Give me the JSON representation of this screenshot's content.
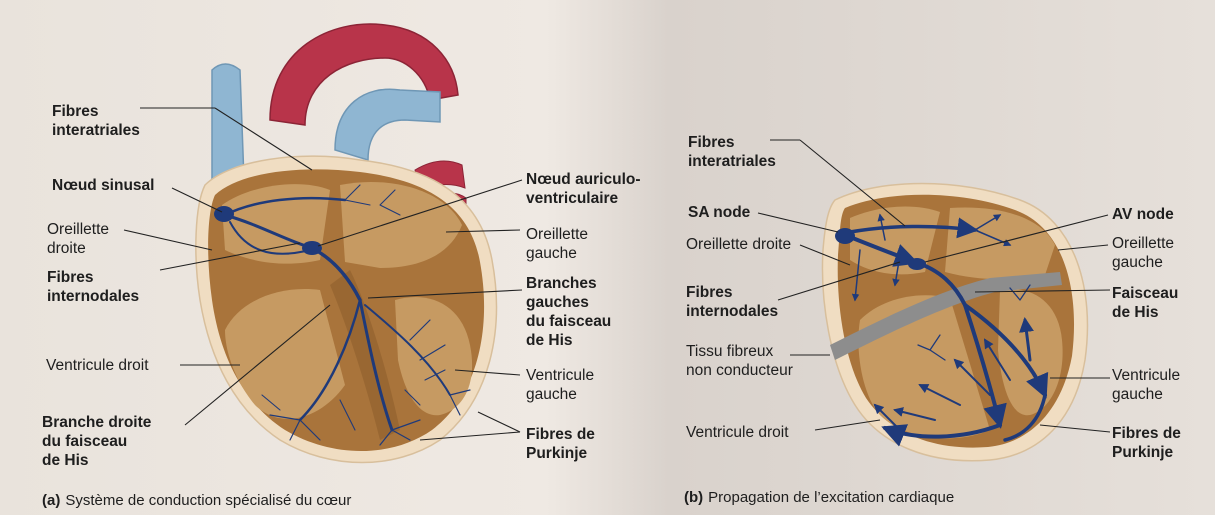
{
  "panel_a": {
    "caption_tag": "(a)",
    "caption_text": "Système de conduction spécialisé du cœur",
    "labels": {
      "fibres_interatriales_1": "Fibres",
      "fibres_interatriales_2": "interatriales",
      "noeud_sinusal": "Nœud sinusal",
      "oreillette_droite_1": "Oreillette",
      "oreillette_droite_2": "droite",
      "fibres_internodales_1": "Fibres",
      "fibres_internodales_2": "internodales",
      "ventricule_droit": "Ventricule droit",
      "branche_droite_1": "Branche droite",
      "branche_droite_2": "du faisceau",
      "branche_droite_3": "de His",
      "noeud_av_1": "Nœud auriculo-",
      "noeud_av_2": "ventriculaire",
      "oreillette_gauche_1": "Oreillette",
      "oreillette_gauche_2": "gauche",
      "branches_gauches_1": "Branches",
      "branches_gauches_2": "gauches",
      "branches_gauches_3": "du faisceau",
      "branches_gauches_4": "de His",
      "ventricule_gauche_1": "Ventricule",
      "ventricule_gauche_2": "gauche",
      "purkinje_1": "Fibres de",
      "purkinje_2": "Purkinje"
    }
  },
  "panel_b": {
    "caption_tag": "(b)",
    "caption_text": "Propagation de l’excitation cardiaque",
    "labels": {
      "fibres_interatriales_1": "Fibres",
      "fibres_interatriales_2": "interatriales",
      "sa_node": "SA node",
      "oreillette_droite": "Oreillette droite",
      "fibres_internodales_1": "Fibres",
      "fibres_internodales_2": "internodales",
      "tissu_fibreux_1": "Tissu fibreux",
      "tissu_fibreux_2": "non conducteur",
      "ventricule_droit": "Ventricule droit",
      "av_node": "AV node",
      "oreillette_gauche_1": "Oreillette",
      "oreillette_gauche_2": "gauche",
      "faisceau_his_1": "Faisceau",
      "faisceau_his_2": "de His",
      "ventricule_gauche_1": "Ventricule",
      "ventricule_gauche_2": "gauche",
      "purkinje_1": "Fibres de",
      "purkinje_2": "Purkinje"
    }
  },
  "colors": {
    "aorta": "#b8344a",
    "vena": "#8fb6d2",
    "myocardium": "#a9743b",
    "chamber": "#c69a62",
    "pericardium": "#f0ddc2",
    "conduction": "#1f3a7a",
    "fibrous_tissue": "#8d8d8d"
  }
}
